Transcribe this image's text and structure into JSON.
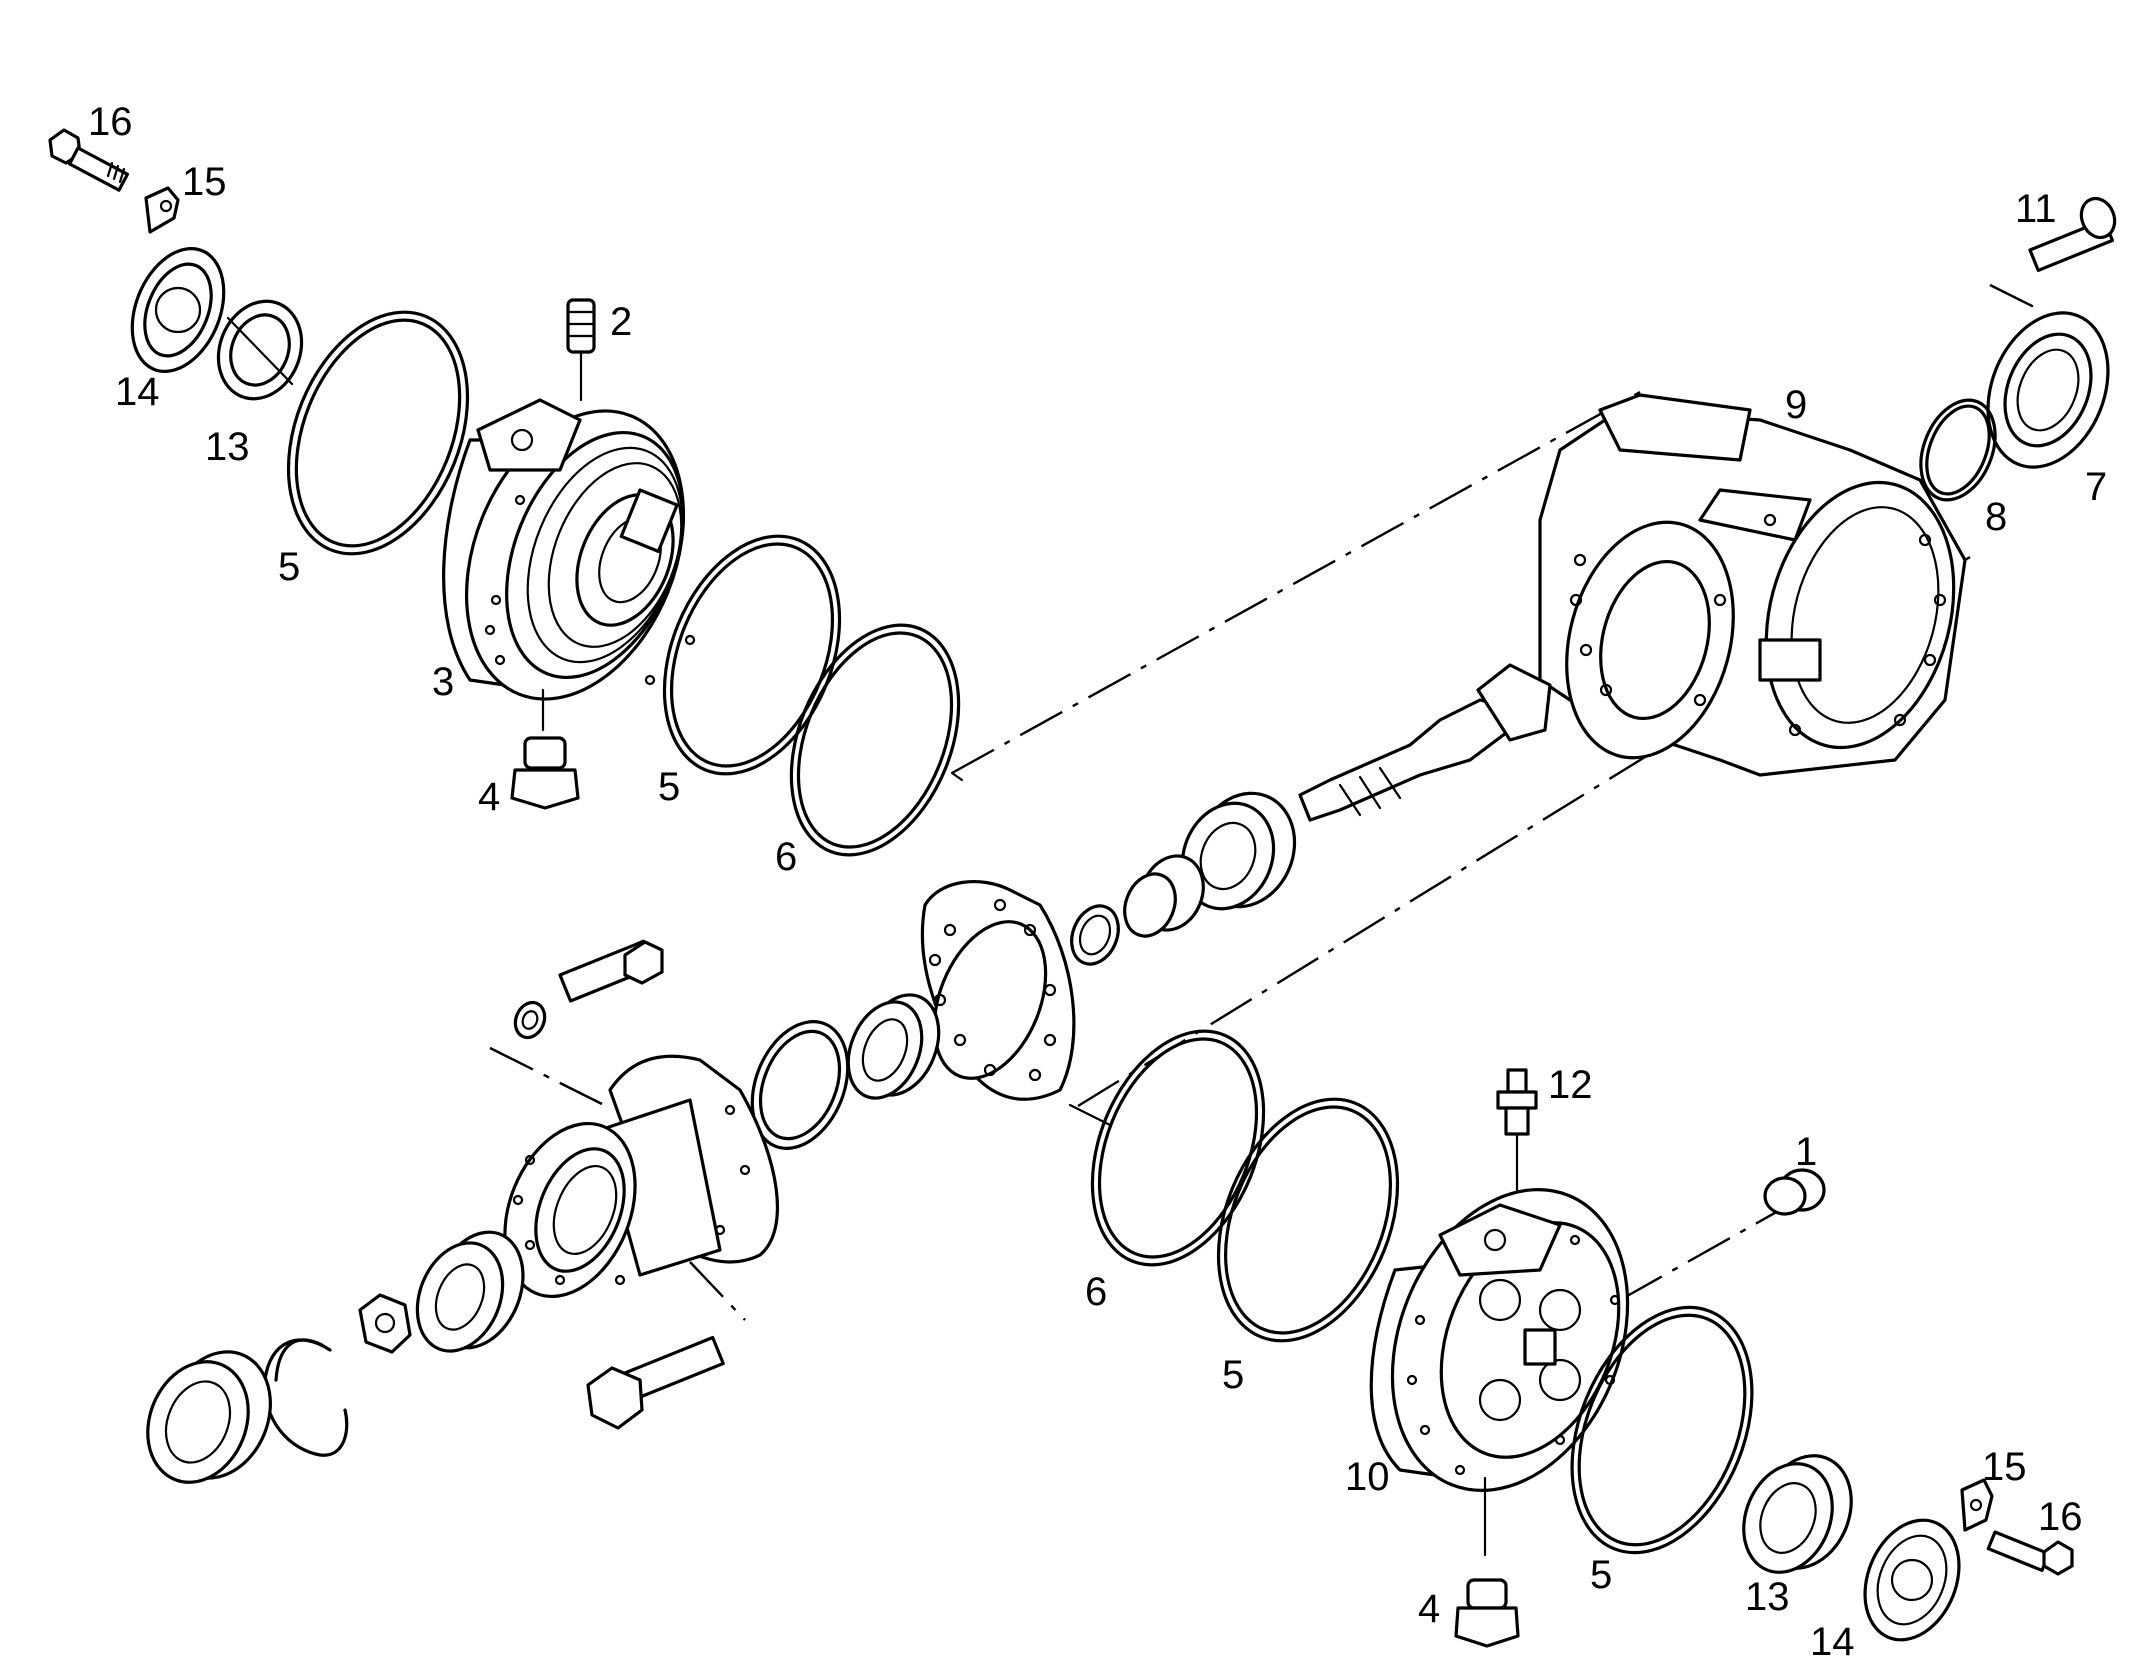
{
  "labels": {
    "bolt_top_left": "16",
    "lock_plate_top_left": "15",
    "cover_top_left": "14",
    "bearing_top_left": "13",
    "oring_top_left": "5",
    "breather_top": "2",
    "housing_left": "3",
    "plug_left": "4",
    "oring_mid_a": "5",
    "seal_ring_mid": "6",
    "housing_main": "9",
    "bolt_top_right": "11",
    "seal_top_right": "7",
    "ring_top_right": "8",
    "fitting_right": "12",
    "plug_small_right": "1",
    "seal_ring_lower": "6",
    "oring_lower_a": "5",
    "housing_right": "10",
    "oring_lower_b": "5",
    "bearing_bottom_right": "13",
    "cover_bottom_right": "14",
    "plug_bottom": "4",
    "lock_plate_bottom_right": "15",
    "bolt_bottom_right": "16"
  }
}
